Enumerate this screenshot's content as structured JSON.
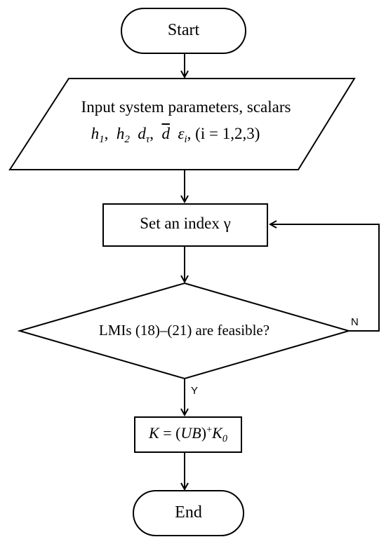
{
  "nodes": {
    "start": {
      "label": "Start"
    },
    "input": {
      "line1": "Input system parameters, scalars",
      "line2": {
        "h": "h",
        "h1_sub": "1",
        "h2_sub": "2",
        "d": "d",
        "dtau_sub": "τ",
        "dbar": "d",
        "eps": "ε",
        "eps_sub": "i",
        "cond": "(i = 1,2,3)"
      }
    },
    "set_index": {
      "label": "Set an index γ"
    },
    "decision": {
      "label": "LMIs (18)–(21) are feasible?"
    },
    "gain": {
      "lhs": "K",
      "eq": " = (",
      "ub": "UB",
      "close": ")",
      "plus": "+",
      "k0": "K",
      "k0_sub": "0"
    },
    "end": {
      "label": "End"
    }
  },
  "edges": {
    "yes_label": "Y",
    "no_label": "N"
  }
}
